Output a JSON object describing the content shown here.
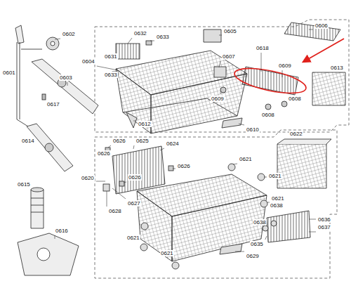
{
  "diagram": {
    "labels": [
      "0602",
      "0632",
      "0633",
      "0605",
      "0606",
      "0601",
      "0604",
      "0603",
      "0631",
      "0607",
      "0618",
      "0609",
      "0613",
      "0633",
      "0617",
      "0612",
      "0609",
      "0608",
      "0608",
      "0610",
      "0614",
      "0622",
      "0626",
      "0625",
      "0626",
      "0624",
      "0621",
      "0626",
      "0620",
      "0626",
      "0621",
      "0615",
      "0627",
      "0628",
      "0638",
      "0621",
      "0636",
      "0637",
      "0616",
      "0638",
      "0621",
      "0621",
      "0635",
      "0629"
    ]
  }
}
